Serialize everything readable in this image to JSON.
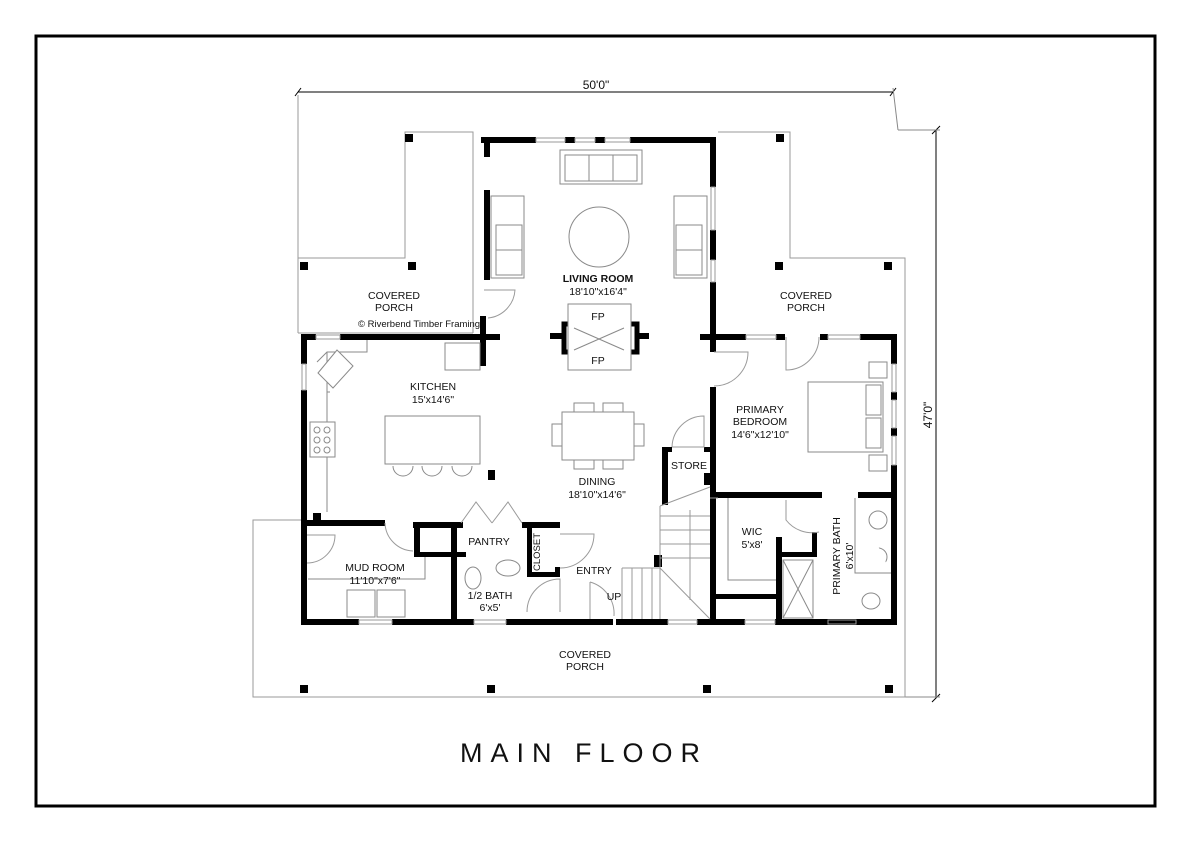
{
  "title": "MAIN FLOOR",
  "dimensions": {
    "width": "50'0\"",
    "depth": "47'0\""
  },
  "copyright": "© Riverbend Timber Framing",
  "rooms": {
    "porch_left": {
      "name": "COVERED",
      "name2": "PORCH"
    },
    "porch_right": {
      "name": "COVERED",
      "name2": "PORCH"
    },
    "porch_front": {
      "name": "COVERED",
      "name2": "PORCH"
    },
    "living": {
      "name": "LIVING ROOM",
      "size": "18'10\"x16'4\""
    },
    "kitchen": {
      "name": "KITCHEN",
      "size": "15'x14'6\""
    },
    "dining": {
      "name": "DINING",
      "size": "18'10\"x14'6\""
    },
    "bedroom": {
      "name": "PRIMARY",
      "name2": "BEDROOM",
      "size": "14'6\"x12'10\""
    },
    "store": {
      "name": "STORE"
    },
    "wic": {
      "name": "WIC",
      "size": "5'x8'"
    },
    "bath": {
      "name": "PRIMARY BATH",
      "size": "6'x10'"
    },
    "mud": {
      "name": "MUD ROOM",
      "size": "11'10\"x7'6\""
    },
    "pantry": {
      "name": "PANTRY"
    },
    "closet": {
      "name": "CLOSET"
    },
    "halfbath": {
      "name": "1/2 BATH",
      "size": "6'x5'"
    },
    "entry": {
      "name": "ENTRY"
    },
    "stairs": {
      "name": "UP"
    },
    "fireplace": {
      "top": "FP",
      "bottom": "FP"
    }
  }
}
